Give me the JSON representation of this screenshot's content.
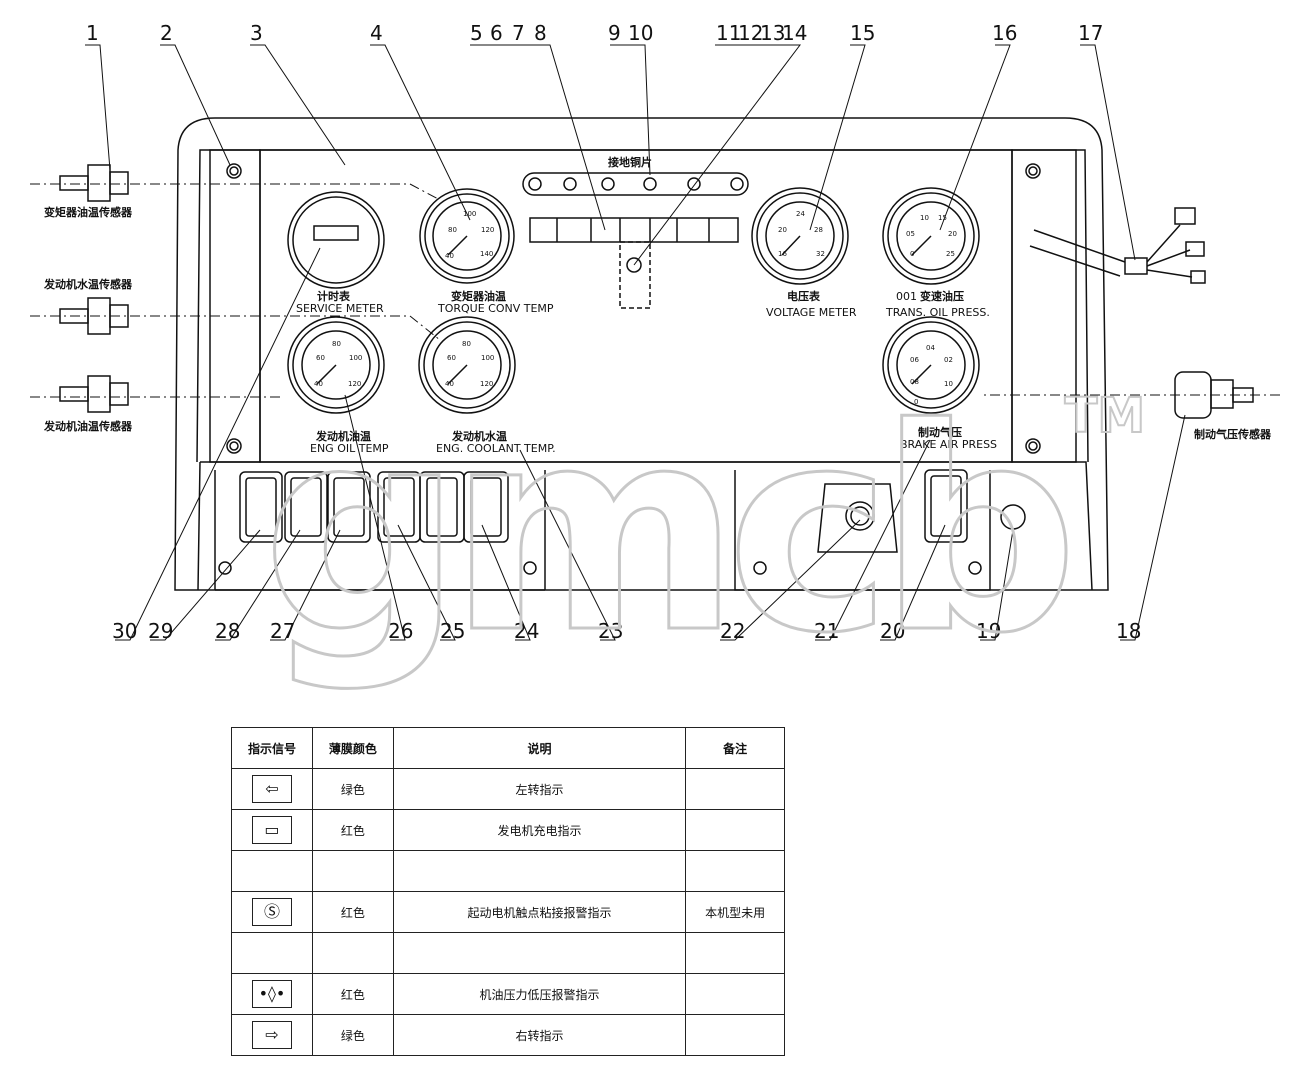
{
  "leaders": [
    "1",
    "2",
    "3",
    "4",
    "5",
    "6",
    "7",
    "8",
    "9",
    "10",
    "11",
    "12",
    "13",
    "14",
    "15",
    "16",
    "17",
    "30",
    "29",
    "28",
    "27",
    "26",
    "25",
    "24",
    "23",
    "22",
    "21",
    "20",
    "19",
    "18"
  ],
  "panel": {
    "ground_strip": "接地铜片",
    "gauges": {
      "service_meter": {
        "cn": "计时表",
        "en": "SERVICE METER"
      },
      "torque_conv": {
        "cn": "变矩器油温",
        "en": "TORQUE CONV TEMP",
        "ticks": [
          "80",
          "100",
          "120",
          "40",
          "140"
        ]
      },
      "voltage": {
        "cn": "电压表",
        "en": "VOLTAGE METER",
        "ticks": [
          "24",
          "20",
          "28",
          "16",
          "32"
        ]
      },
      "trans_oil": {
        "cn": "变速油压",
        "prefix": "001",
        "en": "TRANS. OIL PRESS.",
        "ticks": [
          "10",
          "15",
          "05",
          "20",
          "0",
          "25"
        ]
      },
      "eng_oil": {
        "cn": "发动机油温",
        "en": "ENG OIL TEMP",
        "ticks": [
          "60",
          "80",
          "100",
          "40",
          "120"
        ]
      },
      "coolant": {
        "cn": "发动机水温",
        "en": "ENG. COOLANT TEMP.",
        "ticks": [
          "80",
          "60",
          "100",
          "40",
          "120"
        ]
      },
      "brake_air": {
        "cn": "制动气压",
        "en": "BRAKE AIR PRESS",
        "ticks": [
          "04",
          "06",
          "02",
          "08",
          "0",
          "10"
        ]
      }
    }
  },
  "sensors": {
    "torque": "变矩器油温传感器",
    "coolant": "发动机水温传感器",
    "oil": "发动机油温传感器",
    "brake": "制动气压传感器"
  },
  "watermark": {
    "text": "gmcb",
    "tm": "TM"
  },
  "table": {
    "headers": [
      "指示信号",
      "薄膜颜色",
      "说明",
      "备注"
    ],
    "rows": [
      {
        "icon": "⇦",
        "color": "绿色",
        "desc": "左转指示",
        "note": ""
      },
      {
        "icon": "▭",
        "color": "红色",
        "desc": "发电机充电指示",
        "note": ""
      },
      {
        "icon": "",
        "color": "",
        "desc": "",
        "note": ""
      },
      {
        "icon": "Ⓢ",
        "color": "红色",
        "desc": "起动电机触点粘接报警指示",
        "note": "本机型未用"
      },
      {
        "icon": "",
        "color": "",
        "desc": "",
        "note": ""
      },
      {
        "icon": "•◊•",
        "color": "红色",
        "desc": "机油压力低压报警指示",
        "note": ""
      },
      {
        "icon": "⇨",
        "color": "绿色",
        "desc": "右转指示",
        "note": ""
      }
    ]
  }
}
